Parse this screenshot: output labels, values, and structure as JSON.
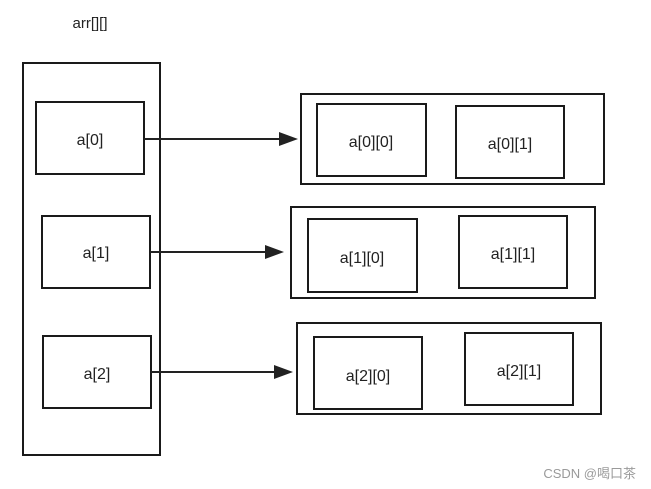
{
  "diagram": {
    "title": "arr[][]",
    "rows": [
      {
        "pointer_label": "a[0]",
        "cells": [
          "a[0][0]",
          "a[0][1]"
        ]
      },
      {
        "pointer_label": "a[1]",
        "cells": [
          "a[1][0]",
          "a[1][1]"
        ]
      },
      {
        "pointer_label": "a[2]",
        "cells": [
          "a[2][0]",
          "a[2][1]"
        ]
      }
    ]
  },
  "watermark": "CSDN @喝口茶"
}
